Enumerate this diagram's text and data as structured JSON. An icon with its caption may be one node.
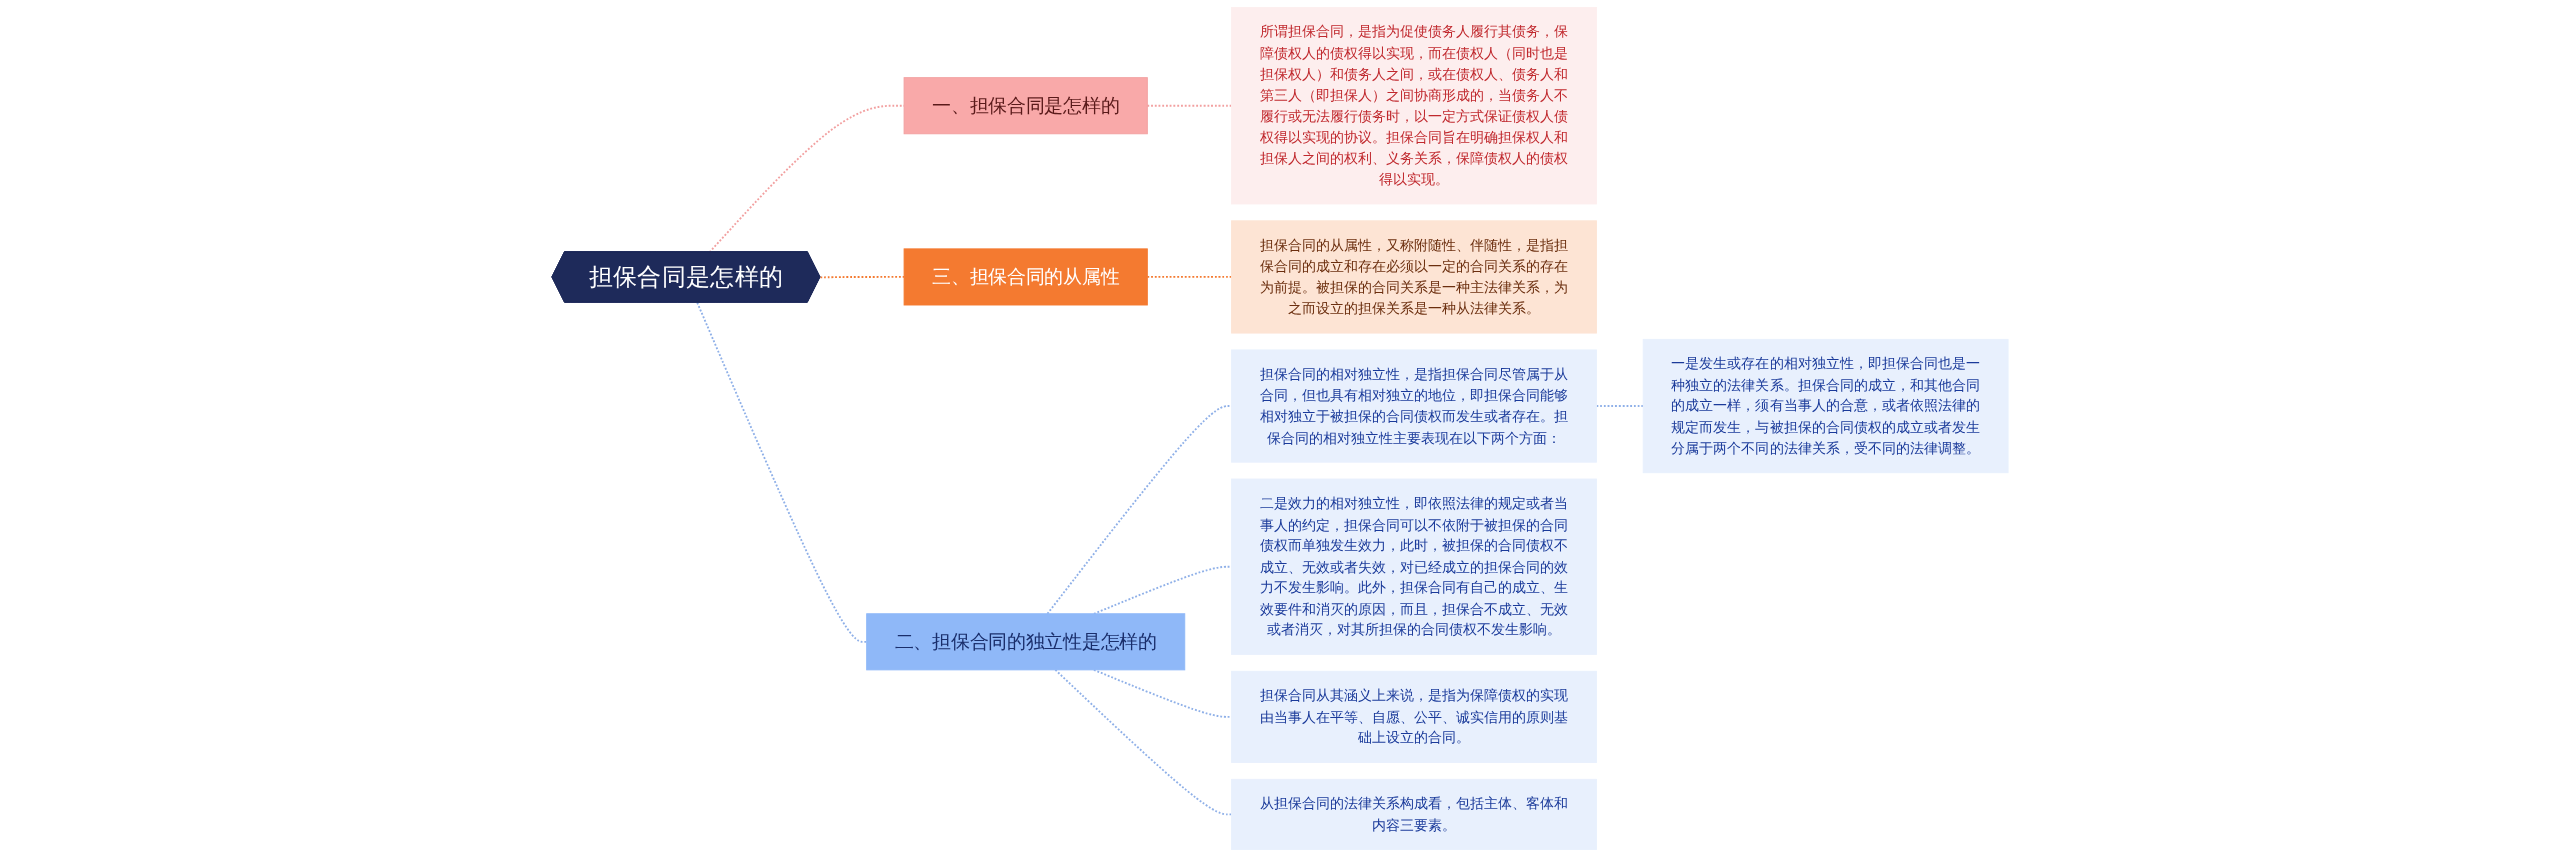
{
  "diagram": {
    "nodes": [
      {
        "text": [
          "担保合同是怎样的"
        ]
      },
      {
        "text": [
          "一、担保合同是怎样的"
        ]
      },
      {
        "text": [
          "所谓担保合同，是指为促使债务人履行其债务，保障债权人的债权得以实现，而在债权人（同时也是担保权人）和债务人之间，或在债权人、债务人和第三人（即担保人）之间协商形成的，当债务人不履行或无法履行债务时，以一定方式保证债权人债权得以实现的协议。担保合同旨在明确担保权人和担保人之间的权利、义务关系，保障债权人的债权得以实现。"
        ]
      },
      {
        "text": [
          "三、担保合同的从属性"
        ]
      },
      {
        "text": [
          "担保合同的从属性，又称附随性、伴随性，是指担保合同的成立和存在必须以一定的合同关系的存在为前提。被担保的合同关系是一种主法律关系，为之而设立的担保关系是一种从法律关系。"
        ]
      },
      {
        "text": [
          "二、担保合同的独立性是怎样的"
        ]
      },
      {
        "text": [
          "担保合同的相对独立性，是指担保合同尽管属于从合同，但也具有相对独立的地位，即担保合同能够相对独立于被担保的合同债权而发生或者存在。担保合同的相对独立性主要表现在以下两个方面："
        ]
      },
      {
        "text": [
          "一是发生或存在的相对独立性，即担保合同也是一种独立的法律关系。担保合同的成立，和其他合同的成立一样，须有当事人的合意，或者依照法律的规定而发生，与被担保的合同债权的成立或者发生分属于两个不同的法律关系，受不同的法律调整。"
        ]
      },
      {
        "text": [
          "二是效力的相对独立性，即依照法律的规定或者当事人的约定，担保合同可以不依附于被担保的合同债权而单独发生效力，此时，被担保的合同债权不成立、无效或者失效，对已经成立的担保合同的效力不发生影响。此外，担保合同有自己的成立、生效要件和消灭的原因，而且，担保合不成立、无效或者消灭，对其所担保的合同债权不发生影响。"
        ]
      },
      {
        "text": [
          "担保合同从其涵义上来说，是指为保障债权的实现由当事人在平等、自愿、公平、诚实信用的原则基础上设立的合同。"
        ]
      },
      {
        "text": [
          "从担保合同的法律关系构成看，包括主体、客体和内容三要素。"
        ]
      }
    ],
    "edges": [
      {
        "from": 0,
        "to": 1,
        "arrow": "none",
        "style": "dashed",
        "color": "#f2a0a0"
      },
      {
        "from": 1,
        "to": 2,
        "arrow": "none",
        "style": "dashed",
        "color": "#f2a0a0"
      },
      {
        "from": 0,
        "to": 3,
        "arrow": "none",
        "style": "dashed",
        "color": "#f47a30"
      },
      {
        "from": 3,
        "to": 4,
        "arrow": "none",
        "style": "dashed",
        "color": "#f47a30"
      },
      {
        "from": 0,
        "to": 5,
        "arrow": "none",
        "style": "dashed"
      },
      {
        "from": 5,
        "to": 6,
        "arrow": "none",
        "style": "dashed"
      },
      {
        "from": 6,
        "to": 7,
        "arrow": "none",
        "style": "dashed"
      },
      {
        "from": 5,
        "to": 8,
        "arrow": "none",
        "style": "dashed"
      },
      {
        "from": 5,
        "to": 9,
        "arrow": "none",
        "style": "dashed"
      },
      {
        "from": 5,
        "to": 10,
        "arrow": "none",
        "style": "dashed"
      }
    ]
  }
}
